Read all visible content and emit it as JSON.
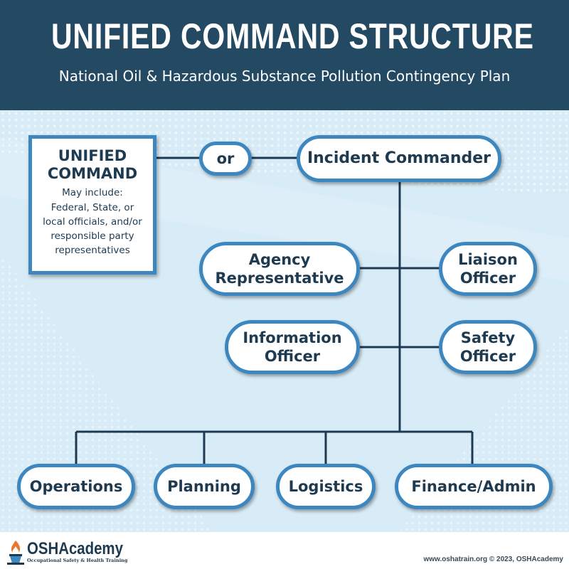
{
  "header": {
    "title": "UNIFIED COMMAND STRUCTURE",
    "subtitle": "National Oil & Hazardous Substance Pollution Contingency Plan"
  },
  "unified_command": {
    "title_line1": "UNIFIED",
    "title_line2": "COMMAND",
    "desc_line1": "May include:",
    "desc_line2": "Federal, State, or",
    "desc_line3": "local officials, and/or",
    "desc_line4": "responsible party",
    "desc_line5": "representatives"
  },
  "or_label": "or",
  "incident_commander": "Incident Commander",
  "command_staff": {
    "agency_rep_line1": "Agency",
    "agency_rep_line2": "Representative",
    "liaison_line1": "Liaison",
    "liaison_line2": "Officer",
    "information_line1": "Information",
    "information_line2": "Officer",
    "safety_line1": "Safety",
    "safety_line2": "Officer"
  },
  "sections": {
    "operations": "Operations",
    "planning": "Planning",
    "logistics": "Logistics",
    "finance": "Finance/Admin"
  },
  "footer": {
    "logo_text": "OSHAcademy",
    "logo_tagline": "Occupational Safety & Health Training",
    "credit": "www.oshatrain.org © 2023, OSHAcademy"
  },
  "colors": {
    "header_bg": "#244a63",
    "node_border": "#3d87c1",
    "text_dark": "#1e3a50",
    "background": "#d8ecf7",
    "connector": "#1e3a50"
  }
}
